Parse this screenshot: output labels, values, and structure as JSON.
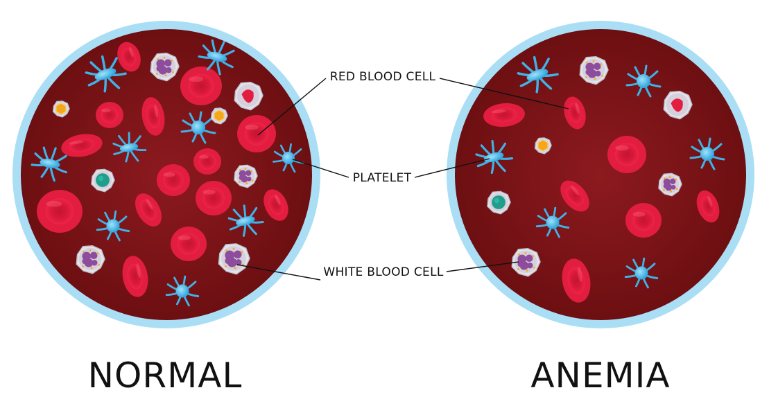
{
  "labels": {
    "red_blood_cell": "RED BLOOD CELL",
    "platelet": "PLATELET",
    "white_blood_cell": "WHITE BLOOD CELL"
  },
  "panels": [
    {
      "title": "NORMAL"
    },
    {
      "title": "ANEMIA"
    }
  ],
  "colors": {
    "background": "#ffffff",
    "ring": "#a9def5",
    "plasma_outer": "#6d0f12",
    "plasma_inner": "#8c1a1f",
    "red_blood_cell": "#e21d3f",
    "red_blood_cell_center": "#c31432",
    "platelet": "#3fb3e6",
    "white_blood_cell_membrane": "#e4e4ea",
    "white_blood_cell_nucleus": "#8e4c9c",
    "monocyte_nucleus": "#1f9e8c",
    "granule": "#f3a81c",
    "text": "#111111"
  }
}
